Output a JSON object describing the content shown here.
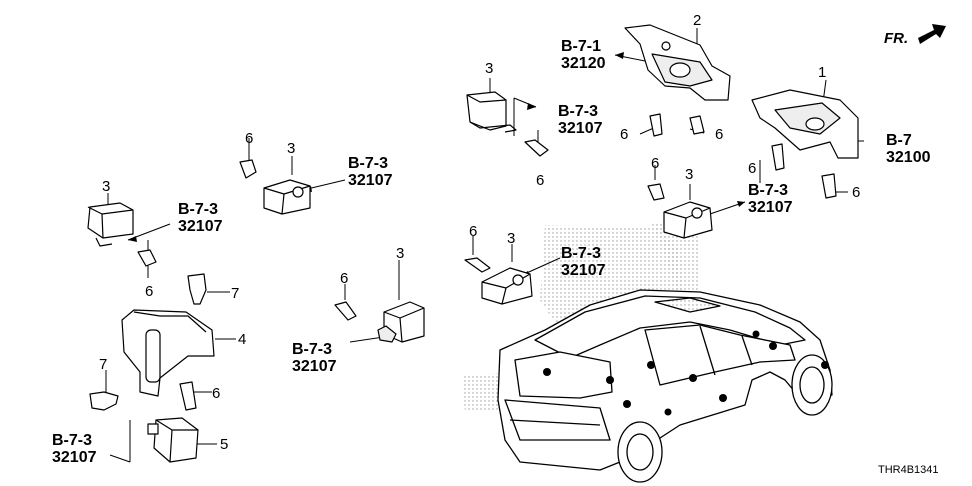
{
  "direction_label": "FR.",
  "figure_ref": "THR4B1341",
  "part_numbers": {
    "p1": "1",
    "p2": "2",
    "p3": "3",
    "p4": "4",
    "p5": "5",
    "p6": "6",
    "p7": "7"
  },
  "references": {
    "b71": "B-7-1",
    "c32120": "32120",
    "b73": "B-7-3",
    "c32107": "32107",
    "b7": "B-7",
    "c32100": "32100"
  }
}
